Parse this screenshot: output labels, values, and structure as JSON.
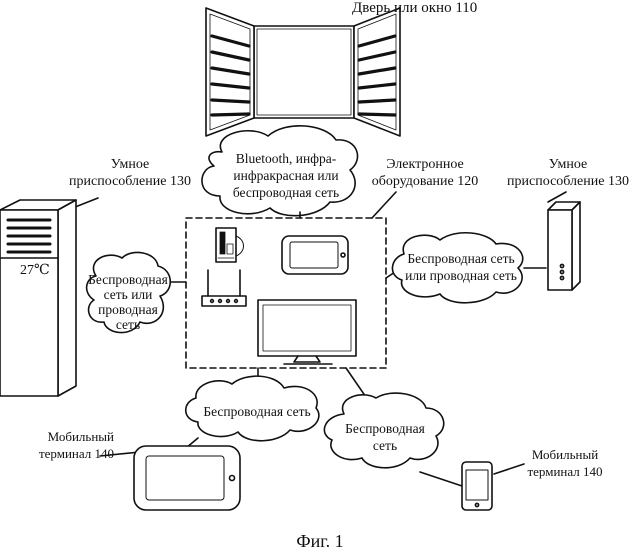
{
  "labels": {
    "door_window": "Дверь или окно 110",
    "smart_device_left": [
      "Умное",
      "приспособление 130"
    ],
    "smart_device_right": [
      "Умное",
      "приспособление 130"
    ],
    "electronic_equipment": [
      "Электронное",
      "оборудование 120"
    ],
    "mobile_left": [
      "Мобильный",
      "терминал 140"
    ],
    "mobile_right": [
      "Мобильный",
      "терминал 140"
    ],
    "ac_display": "27℃",
    "caption": "Фиг. 1"
  },
  "clouds": {
    "top": [
      "Bluetooth, инфра-",
      "инфракрасная или",
      "беспроводная сеть"
    ],
    "left": [
      "Беспроводная",
      "сеть или",
      "проводная",
      "сеть"
    ],
    "right": [
      "Беспроводная сеть",
      "или проводная сеть"
    ],
    "bottom_left": [
      "Беспроводная сеть"
    ],
    "bottom_right": [
      "Беспроводная",
      "сеть"
    ]
  }
}
